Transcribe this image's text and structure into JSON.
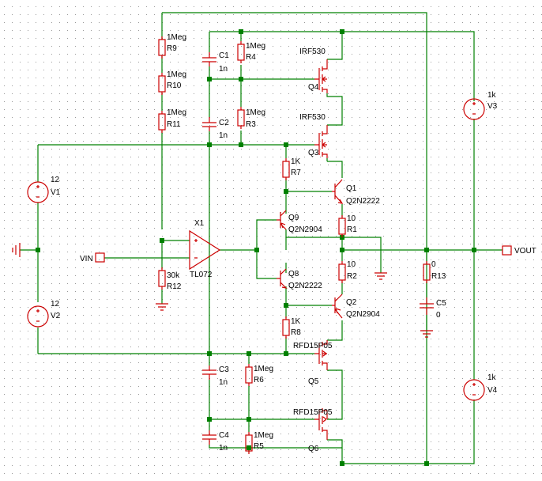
{
  "colors": {
    "background": "#ffffff",
    "grid_dot": "#9a9a9a",
    "wire": "#008000",
    "component": "#cc0000",
    "text": "#000000"
  },
  "ports": {
    "input": "VIN",
    "output": "VOUT"
  },
  "opamp": {
    "ref": "X1",
    "model": "TL072"
  },
  "resistors": {
    "R9": {
      "ref": "R9",
      "value": "1Meg"
    },
    "R10": {
      "ref": "R10",
      "value": "1Meg"
    },
    "R11": {
      "ref": "R11",
      "value": "1Meg"
    },
    "R4": {
      "ref": "R4",
      "value": "1Meg"
    },
    "R3": {
      "ref": "R3",
      "value": "1Meg"
    },
    "R7": {
      "ref": "R7",
      "value": "1K"
    },
    "R1": {
      "ref": "R1",
      "value": "10"
    },
    "R2": {
      "ref": "R2",
      "value": "10"
    },
    "R8": {
      "ref": "R8",
      "value": "1K"
    },
    "R12": {
      "ref": "R12",
      "value": "30k"
    },
    "R13": {
      "ref": "R13",
      "value": "0"
    },
    "R6": {
      "ref": "R6",
      "value": "1Meg"
    },
    "R5": {
      "ref": "R5",
      "value": "1Meg"
    }
  },
  "capacitors": {
    "C1": {
      "ref": "C1",
      "value": "1n"
    },
    "C2": {
      "ref": "C2",
      "value": "1n"
    },
    "C3": {
      "ref": "C3",
      "value": "1n"
    },
    "C4": {
      "ref": "C4",
      "value": "1n"
    },
    "C5": {
      "ref": "C5",
      "value": "0"
    }
  },
  "transistors": {
    "Q4": {
      "ref": "Q4",
      "model": "IRF530"
    },
    "Q3": {
      "ref": "Q3",
      "model": "IRF530"
    },
    "Q1": {
      "ref": "Q1",
      "model": "Q2N2222"
    },
    "Q9": {
      "ref": "Q9",
      "model": "Q2N2904"
    },
    "Q8": {
      "ref": "Q8",
      "model": "Q2N2222"
    },
    "Q2": {
      "ref": "Q2",
      "model": "Q2N2904"
    },
    "Q5": {
      "ref": "Q5",
      "model": "RFD15P05"
    },
    "Q6": {
      "ref": "Q6",
      "model": "RFD15P05"
    }
  },
  "sources": {
    "V1": {
      "ref": "V1",
      "value": "12"
    },
    "V2": {
      "ref": "V2",
      "value": "12"
    },
    "V3": {
      "ref": "V3",
      "value": "1k"
    },
    "V4": {
      "ref": "V4",
      "value": "1k"
    }
  }
}
